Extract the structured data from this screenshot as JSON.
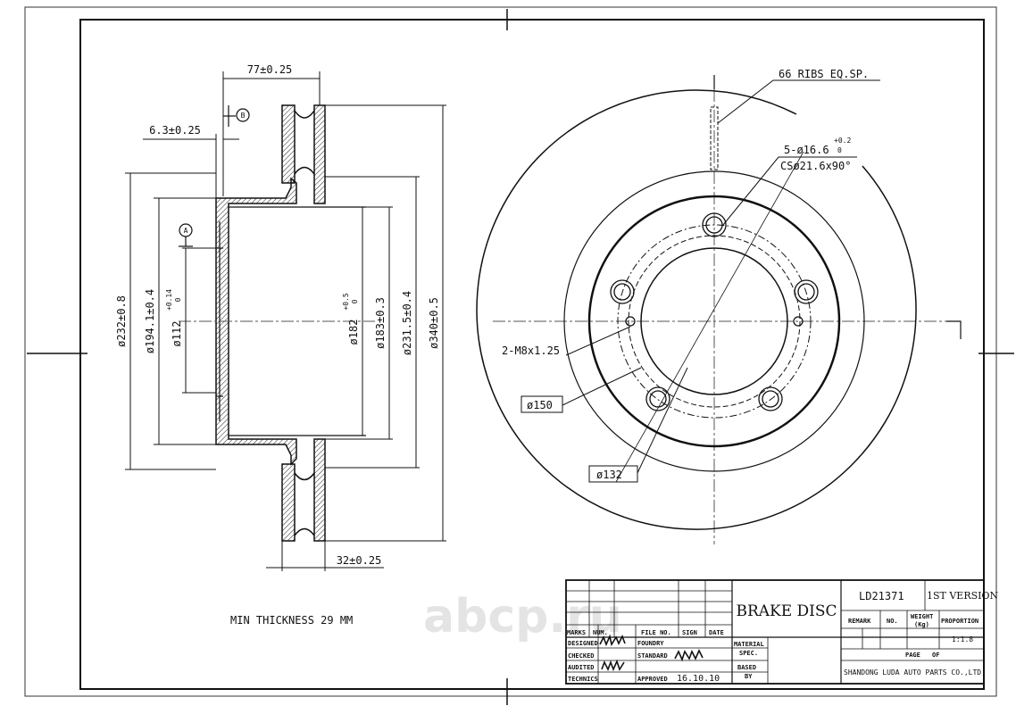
{
  "drawing": {
    "dims": {
      "top_width": "77±0.25",
      "flange": "6.3±0.25",
      "thickness": "32±0.25",
      "d232": "ø232±0.8",
      "d194": "ø194.1±0.4",
      "d112": "ø112",
      "d112_tol_top": "+0.14",
      "d112_tol_bot": "0",
      "d182": "ø182",
      "d182_tol_top": "+0.5",
      "d182_tol_bot": "0",
      "d183": "ø183±0.3",
      "d231": "ø231.5±0.4",
      "d340": "ø340±0.5",
      "ribs": "66 RIBS EQ.SP.",
      "holes": "5-ø16.6",
      "holes_tol_top": "+0.2",
      "holes_tol_bot": "0",
      "countersink": "CSø21.6x90°",
      "thread": "2-M8x1.25",
      "d150": "ø150",
      "d132": "ø132"
    },
    "datum_a": "A",
    "datum_b": "B",
    "min_thickness": "MIN THICKNESS 29 MM"
  },
  "title_block": {
    "part_name": "BRAKE DISC",
    "part_no": "LD21371",
    "version": "1ST VERSION",
    "col_marks": "MARKS",
    "col_num": "NUM.",
    "col_file": "FILE NO.",
    "col_sign": "SIGN",
    "col_date": "DATE",
    "designed": "DESIGNED",
    "checked": "CHECKED",
    "audited": "AUDITED",
    "technics": "TECHNICS",
    "foundry": "FOUNDRY",
    "standard": "STANDARD",
    "approved": "APPROVED",
    "approved_date": "16.10.10",
    "material": "MATERIAL",
    "spec": "SPEC.",
    "based": "BASED",
    "by": "BY",
    "remark": "REMARK",
    "no": "NO.",
    "weight": "WEIGHT",
    "weight_unit": "(Kg)",
    "proportion": "PROPORTION",
    "scale": "1:1.8",
    "page": "PAGE",
    "of": "OF",
    "company": "SHANDONG LUDA AUTO PARTS CO.,LTD."
  },
  "watermark": {
    "text": "abcp.ru"
  }
}
